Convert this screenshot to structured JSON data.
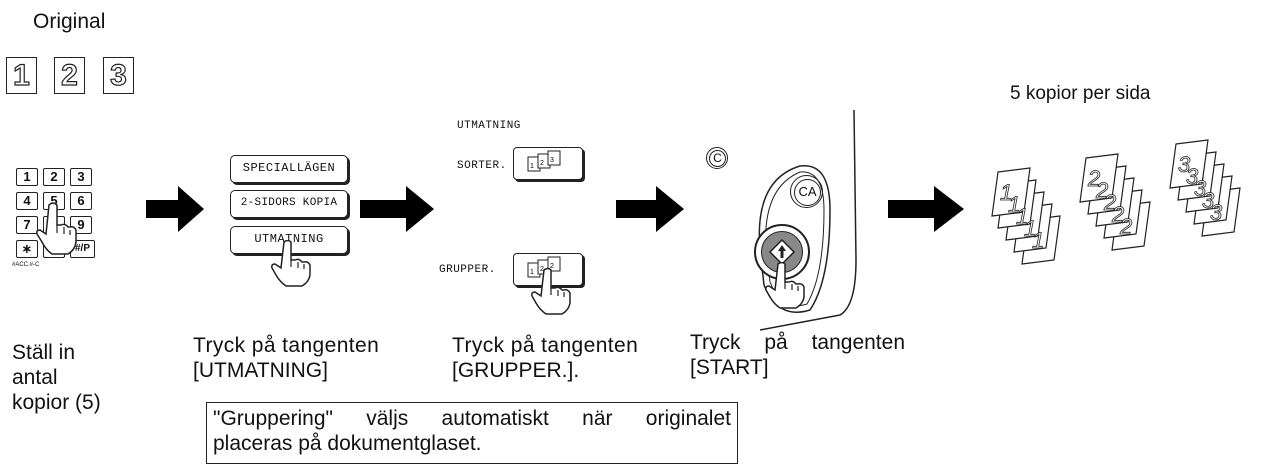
{
  "title": "Original",
  "original_pages": [
    "1",
    "2",
    "3"
  ],
  "result_label": "5 kopior per sida",
  "step1": {
    "keypad_keys": [
      "1",
      "2",
      "3",
      "4",
      "5",
      "6",
      "7",
      "8",
      "9",
      "∗",
      "0",
      "#/P"
    ],
    "keypad_sub_label": "#ACC.#-C",
    "caption_lines": [
      "Ställ in",
      "antal",
      "kopior (5)"
    ]
  },
  "step2": {
    "buttons": [
      "SPECIALLÄGEN",
      "2-SIDORS KOPIA",
      "UTMATNING"
    ],
    "caption_lines": [
      "Tryck på tangenten",
      "[UTMATNING]"
    ]
  },
  "step3": {
    "heading": "UTMATNING",
    "sort_label": "SORTER.",
    "group_label": "GRUPPER.",
    "caption_lines": [
      "Tryck på tangenten",
      "[GRUPPER.]."
    ]
  },
  "step4": {
    "clear_key": "C",
    "clear_all_key": "CA",
    "start_icon": "start-diamond-icon",
    "caption_lines": [
      "Tryck på tangenten",
      "[START]"
    ]
  },
  "note": {
    "line1": "\"Gruppering\" väljs automatiskt när originalet",
    "line2": "placeras på dokumentglaset."
  },
  "icons": [
    "arrow-right-icon",
    "hand-pointer-icon",
    "sort-output-icon",
    "group-output-icon",
    "output-sets-illustration"
  ]
}
